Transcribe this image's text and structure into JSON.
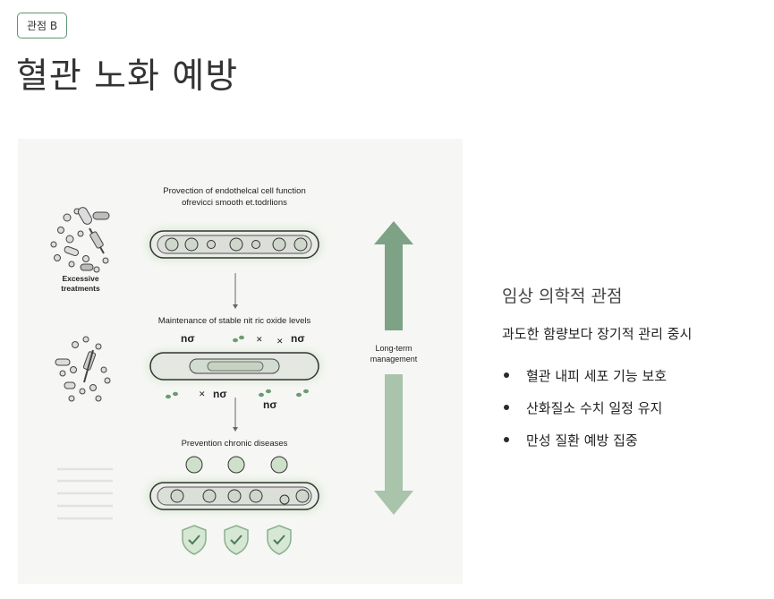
{
  "badge": {
    "label": "관점 B"
  },
  "page": {
    "title": "혈관 노화 예방"
  },
  "figure": {
    "title_line1": "Provection of endothelcal cell function",
    "title_line2": "ofrevicci smooth et.todrlions",
    "left_label_line1": "Excessive",
    "left_label_line2": "treatments",
    "mid_label": "Maintenance of stable nit ric oxide levels",
    "no_symbol": "nσ",
    "bottom_label": "Prevention chronic diseases",
    "arrow_label_line1": "Long-term",
    "arrow_label_line2": "management",
    "colors": {
      "arrow_dark": "#7da285",
      "arrow_light": "#a9c4aa",
      "vessel_glow": "#cfe6c8",
      "shield": "#88b08e"
    }
  },
  "panel": {
    "heading": "임상 의학적 관점",
    "subtitle": "과도한 함량보다 장기적 관리 중시",
    "bullets": [
      "혈관 내피 세포 기능 보호",
      "산화질소 수치 일정 유지",
      "만성 질환 예방 집중"
    ]
  }
}
